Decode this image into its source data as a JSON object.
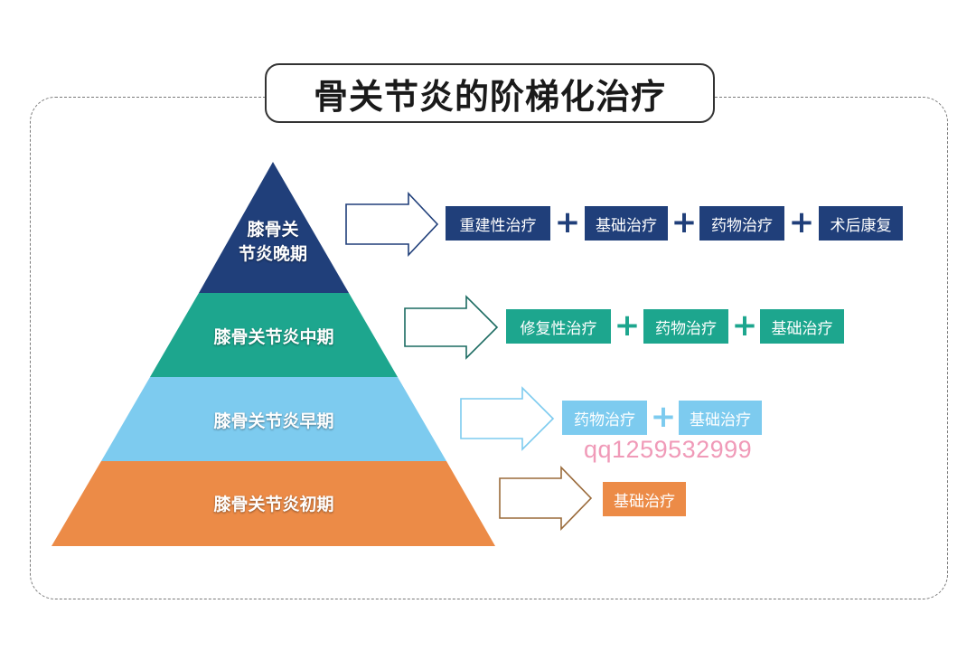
{
  "title": "骨关节炎的阶梯化治疗",
  "colors": {
    "late": "#203f7a",
    "middle": "#1da68e",
    "early": "#7dcbef",
    "initial": "#ec8b47"
  },
  "levels": {
    "late": {
      "label_line1": "膝骨关",
      "label_line2": "节炎晚期",
      "treatments": [
        "重建性治疗",
        "基础治疗",
        "药物治疗",
        "术后康复"
      ]
    },
    "middle": {
      "label": "膝骨关节炎中期",
      "treatments": [
        "修复性治疗",
        "药物治疗",
        "基础治疗"
      ]
    },
    "early": {
      "label": "膝骨关节炎早期",
      "treatments": [
        "药物治疗",
        "基础治疗"
      ]
    },
    "initial": {
      "label": "膝骨关节炎初期",
      "treatments": [
        "基础治疗"
      ]
    }
  },
  "plus_symbol": "+",
  "watermark": "qq1259532999"
}
